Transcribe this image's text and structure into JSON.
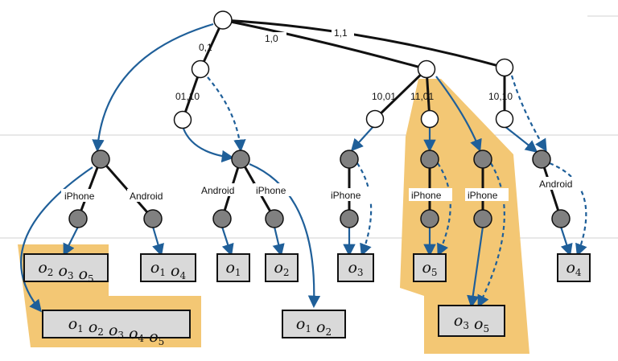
{
  "edge_labels": {
    "root_left": "0,1",
    "root_mid": "1,0",
    "root_right": "1,1",
    "left_chain": "01,10",
    "b1": "10,01",
    "b2": "11,01",
    "b3": "10,10"
  },
  "branch_labels": {
    "g1_left": "iPhone",
    "g1_right": "Android",
    "g2_left": "Android",
    "g2_right": "iPhone",
    "g3": "iPhone",
    "g4": "iPhone",
    "g5": "iPhone",
    "g6": "Android"
  },
  "leaves": {
    "l1": [
      "2",
      "3",
      "5"
    ],
    "l2": [
      "1",
      "2",
      "3",
      "4",
      "5"
    ],
    "l3": [
      "1",
      "4"
    ],
    "l4": [
      "1"
    ],
    "l5": [
      "2"
    ],
    "l6": [
      "1",
      "2"
    ],
    "l7": [
      "3"
    ],
    "l8": [
      "5"
    ],
    "l9": [
      "3",
      "5"
    ],
    "l10": [
      "4"
    ]
  },
  "leaf_var": "o",
  "colors": {
    "highlight": "#f3c774",
    "arrow": "#1f5f99",
    "node_gray": "#808080",
    "leaf_fill": "#d9d9d9"
  }
}
